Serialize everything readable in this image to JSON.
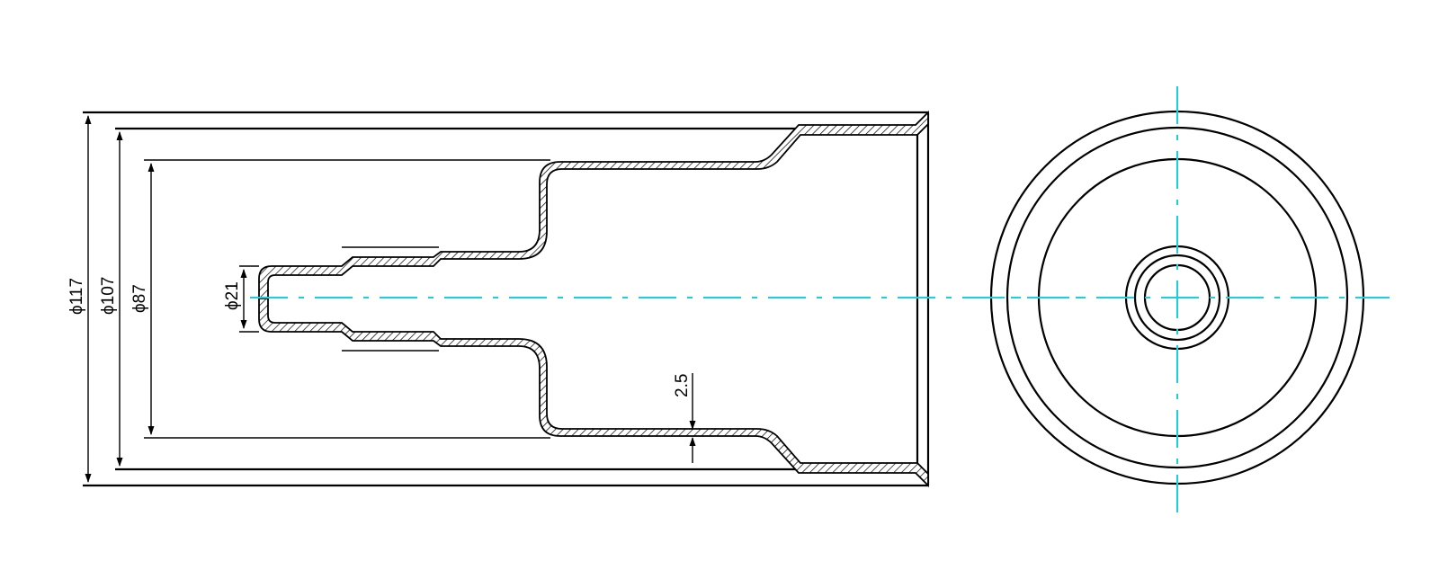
{
  "drawing": {
    "dimensions": {
      "outer_diameter": "ϕ117",
      "flange_diameter": "ϕ107",
      "body_diameter": "ϕ87",
      "inner_diameter": "ϕ21",
      "wall_thickness": "2.5"
    },
    "colors": {
      "line": "#000000",
      "centerline": "#1ad0dc",
      "background": "#ffffff"
    }
  }
}
